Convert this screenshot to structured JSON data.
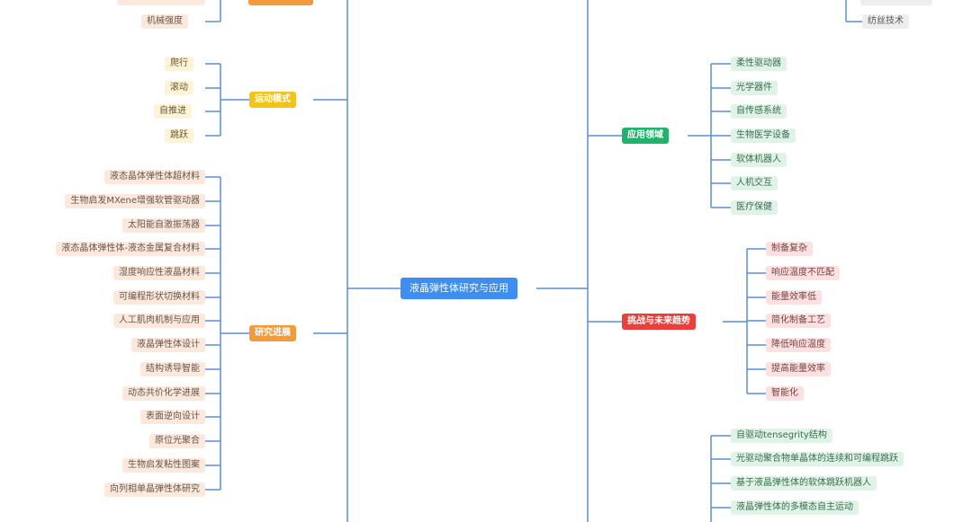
{
  "root": {
    "label": "液晶弹性体研究与应用"
  },
  "left_top_leaf": {
    "label": "机械强度"
  },
  "motion": {
    "label": "运动模式",
    "items": [
      "爬行",
      "滚动",
      "自推进",
      "跳跃"
    ]
  },
  "research": {
    "label": "研究进展",
    "items": [
      "液态晶体弹性体超材料",
      "生物启发MXene增强软管驱动器",
      "太阳能自激振荡器",
      "液态晶体弹性体-液态金属复合材料",
      "湿度响应性液晶材料",
      "可编程形状切换材料",
      "人工肌肉机制与应用",
      "液晶弹性体设计",
      "结构诱导智能",
      "动态共价化学进展",
      "表面逆向设计",
      "原位光聚合",
      "生物启发粘性图案",
      "向列相单晶弹性体研究"
    ]
  },
  "top_right_leaf": {
    "label": "纺丝技术"
  },
  "applications": {
    "label": "应用领域",
    "items": [
      "柔性驱动器",
      "光学器件",
      "自传感系统",
      "生物医学设备",
      "软体机器人",
      "人机交互",
      "医疗保健"
    ]
  },
  "challenges": {
    "label": "挑战与未来趋势",
    "items": [
      "制备复杂",
      "响应温度不匹配",
      "能量效率低",
      "简化制备工艺",
      "降低响应温度",
      "提高能量效率",
      "智能化"
    ]
  },
  "bottom_right": {
    "items": [
      "自驱动tensegrity结构",
      "光驱动聚合物单晶体的连续和可编程跳跃",
      "基于液晶弹性体的软体跳跃机器人",
      "液晶弹性体的多模态自主运动"
    ]
  },
  "colors": {
    "root": "#3d8ef0",
    "line": "#5b8fd6",
    "orange": "#f29b3d",
    "yellow": "#f2c318",
    "green": "#1fb36b",
    "red": "#ea3f3a"
  }
}
